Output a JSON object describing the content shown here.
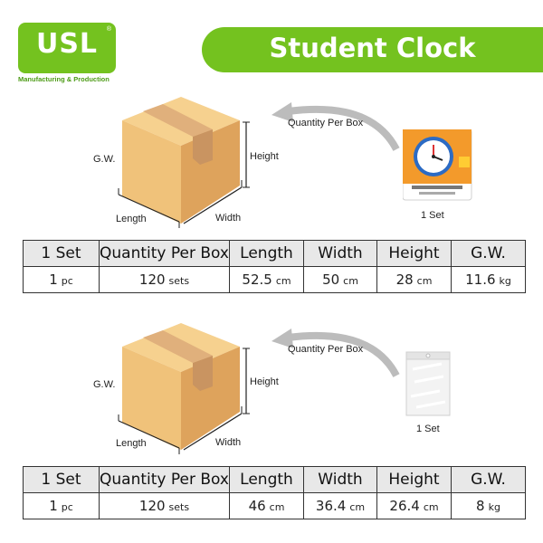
{
  "logo": {
    "text": "USL",
    "registered": "®",
    "subtitle": "Manufacturing & Production"
  },
  "title": "Student Clock",
  "colors": {
    "accent": "#74c21f",
    "box": "#f0c27a",
    "tape": "#d9a878"
  },
  "sections": [
    {
      "labels": {
        "gw": "G.W.",
        "height": "Height",
        "length": "Length",
        "width": "Width",
        "qty": "Quantity Per Box",
        "set": "1 Set"
      },
      "product_icon": "clock-packaging-icon",
      "headers": [
        "1 Set",
        "Quantity Per Box",
        "Length",
        "Width",
        "Height",
        "G.W."
      ],
      "row": {
        "set": {
          "value": "1",
          "unit": "pc"
        },
        "qty": {
          "value": "120",
          "unit": "sets"
        },
        "length": {
          "value": "52.5",
          "unit": "cm"
        },
        "width": {
          "value": "50",
          "unit": "cm"
        },
        "height": {
          "value": "28",
          "unit": "cm"
        },
        "gw": {
          "value": "11.6",
          "unit": "kg"
        }
      }
    },
    {
      "labels": {
        "gw": "G.W.",
        "height": "Height",
        "length": "Length",
        "width": "Width",
        "qty": "Quantity Per Box",
        "set": "1 Set"
      },
      "product_icon": "clear-poly-bag-icon",
      "headers": [
        "1 Set",
        "Quantity Per Box",
        "Length",
        "Width",
        "Height",
        "G.W."
      ],
      "row": {
        "set": {
          "value": "1",
          "unit": "pc"
        },
        "qty": {
          "value": "120",
          "unit": "sets"
        },
        "length": {
          "value": "46",
          "unit": "cm"
        },
        "width": {
          "value": "36.4",
          "unit": "cm"
        },
        "height": {
          "value": "26.4",
          "unit": "cm"
        },
        "gw": {
          "value": "8",
          "unit": "kg"
        }
      }
    }
  ]
}
